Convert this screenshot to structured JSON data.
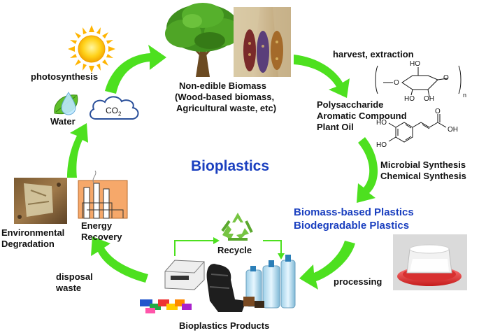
{
  "center": {
    "title": "Bioplastics"
  },
  "nodes": {
    "photosynthesis": "photosynthesis",
    "water": "Water",
    "co2": "CO",
    "co2_sub": "2",
    "biomass": {
      "line1": "Non-edible Biomass",
      "line2": "(Wood-based biomass,",
      "line3": "Agricultural waste, etc)"
    },
    "harvest": "harvest, extraction",
    "compounds": {
      "line1": "Polysaccharide",
      "line2": "Aromatic Compound",
      "line3": "Plant Oil"
    },
    "synthesis": {
      "line1": "Microbial Synthesis",
      "line2": "Chemical Synthesis"
    },
    "plastics": {
      "line1": "Biomass-based Plastics",
      "line2": "Biodegradable Plastics"
    },
    "processing": "processing",
    "recycle": "Recycle",
    "products": "Bioplastics Products",
    "disposal": {
      "line1": "disposal",
      "line2": "waste"
    },
    "environmental": {
      "line1": "Environmental",
      "line2": "Degradation"
    },
    "energy": {
      "line1": "Energy",
      "line2": "Recovery"
    }
  },
  "chem": {
    "o": "O",
    "ho": "HO",
    "oh": "OH",
    "n": "n"
  },
  "colors": {
    "arrow_green": "#4de01f",
    "label_blue": "#1a3fbf",
    "sun_yellow": "#ffd21a"
  }
}
